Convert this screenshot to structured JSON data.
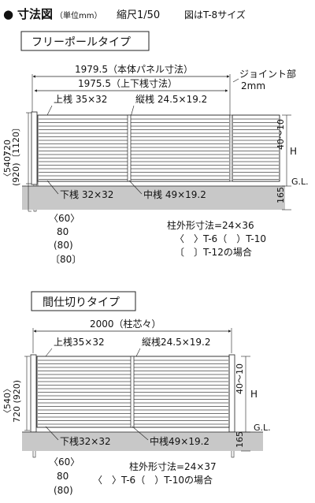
{
  "header": {
    "bullet": "●",
    "title": "寸法図",
    "unit": "（単位mm）",
    "scale": "縮尺1/50",
    "note": "図はT-8サイズ"
  },
  "sections": [
    {
      "title": "フリーポールタイプ",
      "dims": {
        "width_main": "1979.5（本体パネル寸法）",
        "width_sub": "1975.5（上下桟寸法）",
        "joint": "ジョイント部",
        "joint_val": "2mm",
        "top_rail": "上桟 35×32",
        "vertical_rail": "縦桟 24.5×19.2",
        "bottom_rail": "下桟 32×32",
        "mid_rail": "中桟 49×19.2",
        "h720": "720",
        "h1120": "〔1120〕",
        "h540": "〈540〉",
        "h920": "(920)",
        "gap": "40～10",
        "H": "H",
        "gl": "G.L.",
        "d165": "165"
      },
      "embed": [
        "〈60〉",
        "80",
        "(80)",
        "〔80〕"
      ],
      "spec": [
        "柱外形寸法=24×36",
        "〈　〉T-6（　）T-10",
        "〔　〕T-12の場合"
      ]
    },
    {
      "title": "間仕切りタイプ",
      "dims": {
        "width_main": "2000（柱芯々）",
        "top_rail": "上桟35×32",
        "vertical_rail": "縦桟24.5×19.2",
        "bottom_rail": "下桟32×32",
        "mid_rail": "中桟49×19.2",
        "h540": "〈540〉",
        "h720": "720 (920)",
        "gap": "40～10",
        "H": "H",
        "gl": "G.L.",
        "d165": "165"
      },
      "embed": [
        "〈60〉",
        "80",
        "(80)"
      ],
      "spec": [
        "柱外形寸法=24×37",
        "〈　〉T-6（　）T-10の場合"
      ]
    }
  ],
  "colors": {
    "ground": "#c8c8c8",
    "line": "#222222",
    "slat": "#444444"
  }
}
